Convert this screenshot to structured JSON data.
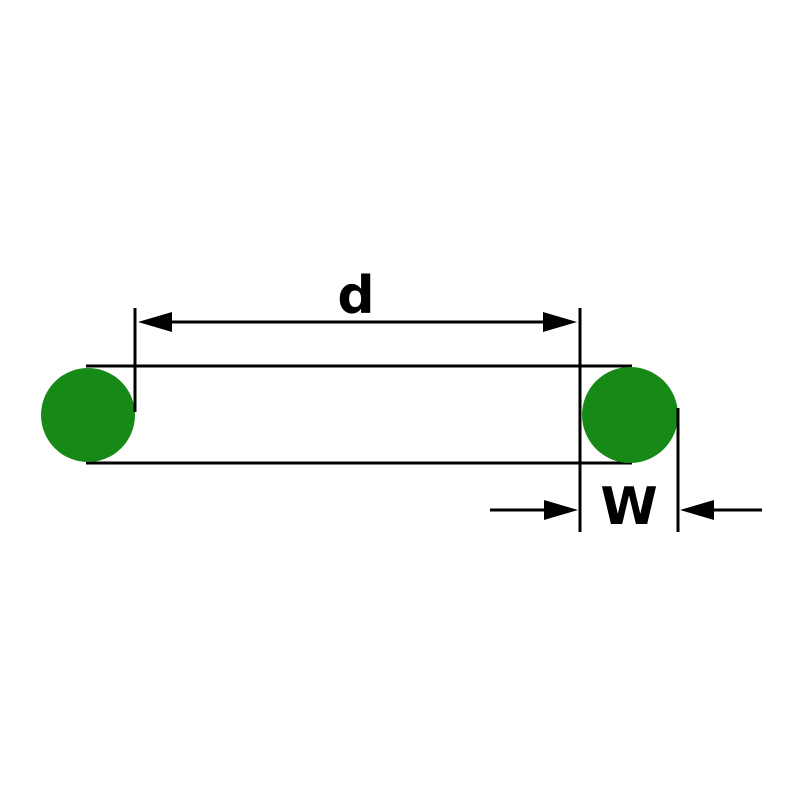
{
  "page": {
    "background_color": "#ffffff",
    "description": "O-ring side view dimension drawing"
  },
  "diagram": {
    "type": "o-ring-dimension-diagram",
    "labels": {
      "inner_diameter": "d",
      "cross_section_width": "W"
    },
    "colors": {
      "ring_fill": "#168916",
      "line_stroke": "#000000",
      "label_color": "#000000"
    }
  }
}
